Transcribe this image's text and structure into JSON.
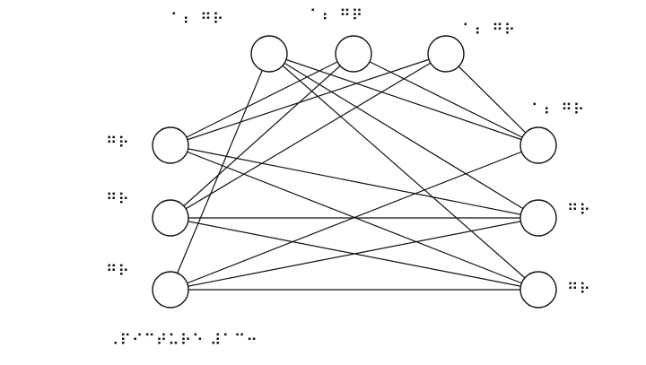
{
  "diagram": {
    "type": "graph",
    "nodes": [
      {
        "id": "t1",
        "label": "⠁⠆ ⠛⠗"
      },
      {
        "id": "t2",
        "label": "⠁⠆ ⠛⠟"
      },
      {
        "id": "t3",
        "label": "⠁⠆ ⠛⠗"
      },
      {
        "id": "l1",
        "label": "⠛⠗"
      },
      {
        "id": "l2",
        "label": "⠛⠗"
      },
      {
        "id": "l3",
        "label": "⠛⠗"
      },
      {
        "id": "r1",
        "label": "⠁⠆ ⠛⠗"
      },
      {
        "id": "r2",
        "label": "⠛⠗"
      },
      {
        "id": "r3",
        "label": "⠛⠗"
      }
    ],
    "edges": [
      [
        "t1",
        "l3"
      ],
      [
        "t1",
        "r1"
      ],
      [
        "t1",
        "r2"
      ],
      [
        "t1",
        "r3"
      ],
      [
        "t2",
        "l1"
      ],
      [
        "t2",
        "l2"
      ],
      [
        "t2",
        "r1"
      ],
      [
        "t3",
        "l1"
      ],
      [
        "t3",
        "l2"
      ],
      [
        "t3",
        "r1"
      ],
      [
        "l1",
        "r2"
      ],
      [
        "l1",
        "r3"
      ],
      [
        "l2",
        "r2"
      ],
      [
        "l2",
        "r3"
      ],
      [
        "l3",
        "r1"
      ],
      [
        "l3",
        "r2"
      ],
      [
        "l3",
        "r3"
      ]
    ],
    "caption": "⠠⠏⠊⠉⠞⠥⠗⠑ ⠼⠁⠉⠒"
  }
}
